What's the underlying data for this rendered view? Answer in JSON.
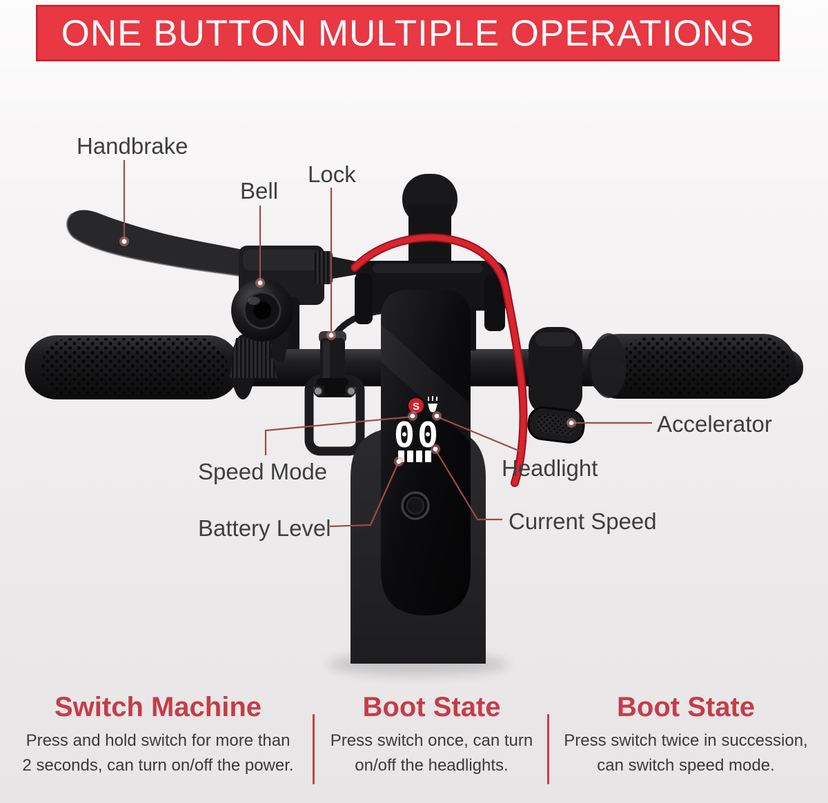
{
  "banner": {
    "title": "ONE BUTTON MULTIPLE OPERATIONS"
  },
  "labels": {
    "handbrake": "Handbrake",
    "bell": "Bell",
    "lock": "Lock",
    "speed_mode": "Speed Mode",
    "battery_level": "Battery Level",
    "headlight": "Headlight",
    "current_speed": "Current Speed",
    "accelerator": "Accelerator"
  },
  "display": {
    "speed_mode_icon": "S",
    "current_speed_value": "00",
    "battery_bars": 4,
    "icons": [
      "speed-mode-icon",
      "headlight-icon",
      "battery-level-icon",
      "power-button"
    ]
  },
  "footer": {
    "cards": [
      {
        "title": "Switch Machine",
        "line1": "Press and hold switch for more than",
        "line2": "2 seconds, can turn on/off the power."
      },
      {
        "title": "Boot State",
        "line1": "Press switch once, can turn",
        "line2": "on/off the headlights."
      },
      {
        "title": "Boot State",
        "line1": "Press switch twice in succession,",
        "line2": "can switch speed mode."
      }
    ]
  },
  "colors": {
    "banner_red": "#e73843",
    "heading_red": "#c43d49",
    "leader_line": "#9e4a4a",
    "divider_red": "#c4404a",
    "cable_red": "#d2232e"
  }
}
